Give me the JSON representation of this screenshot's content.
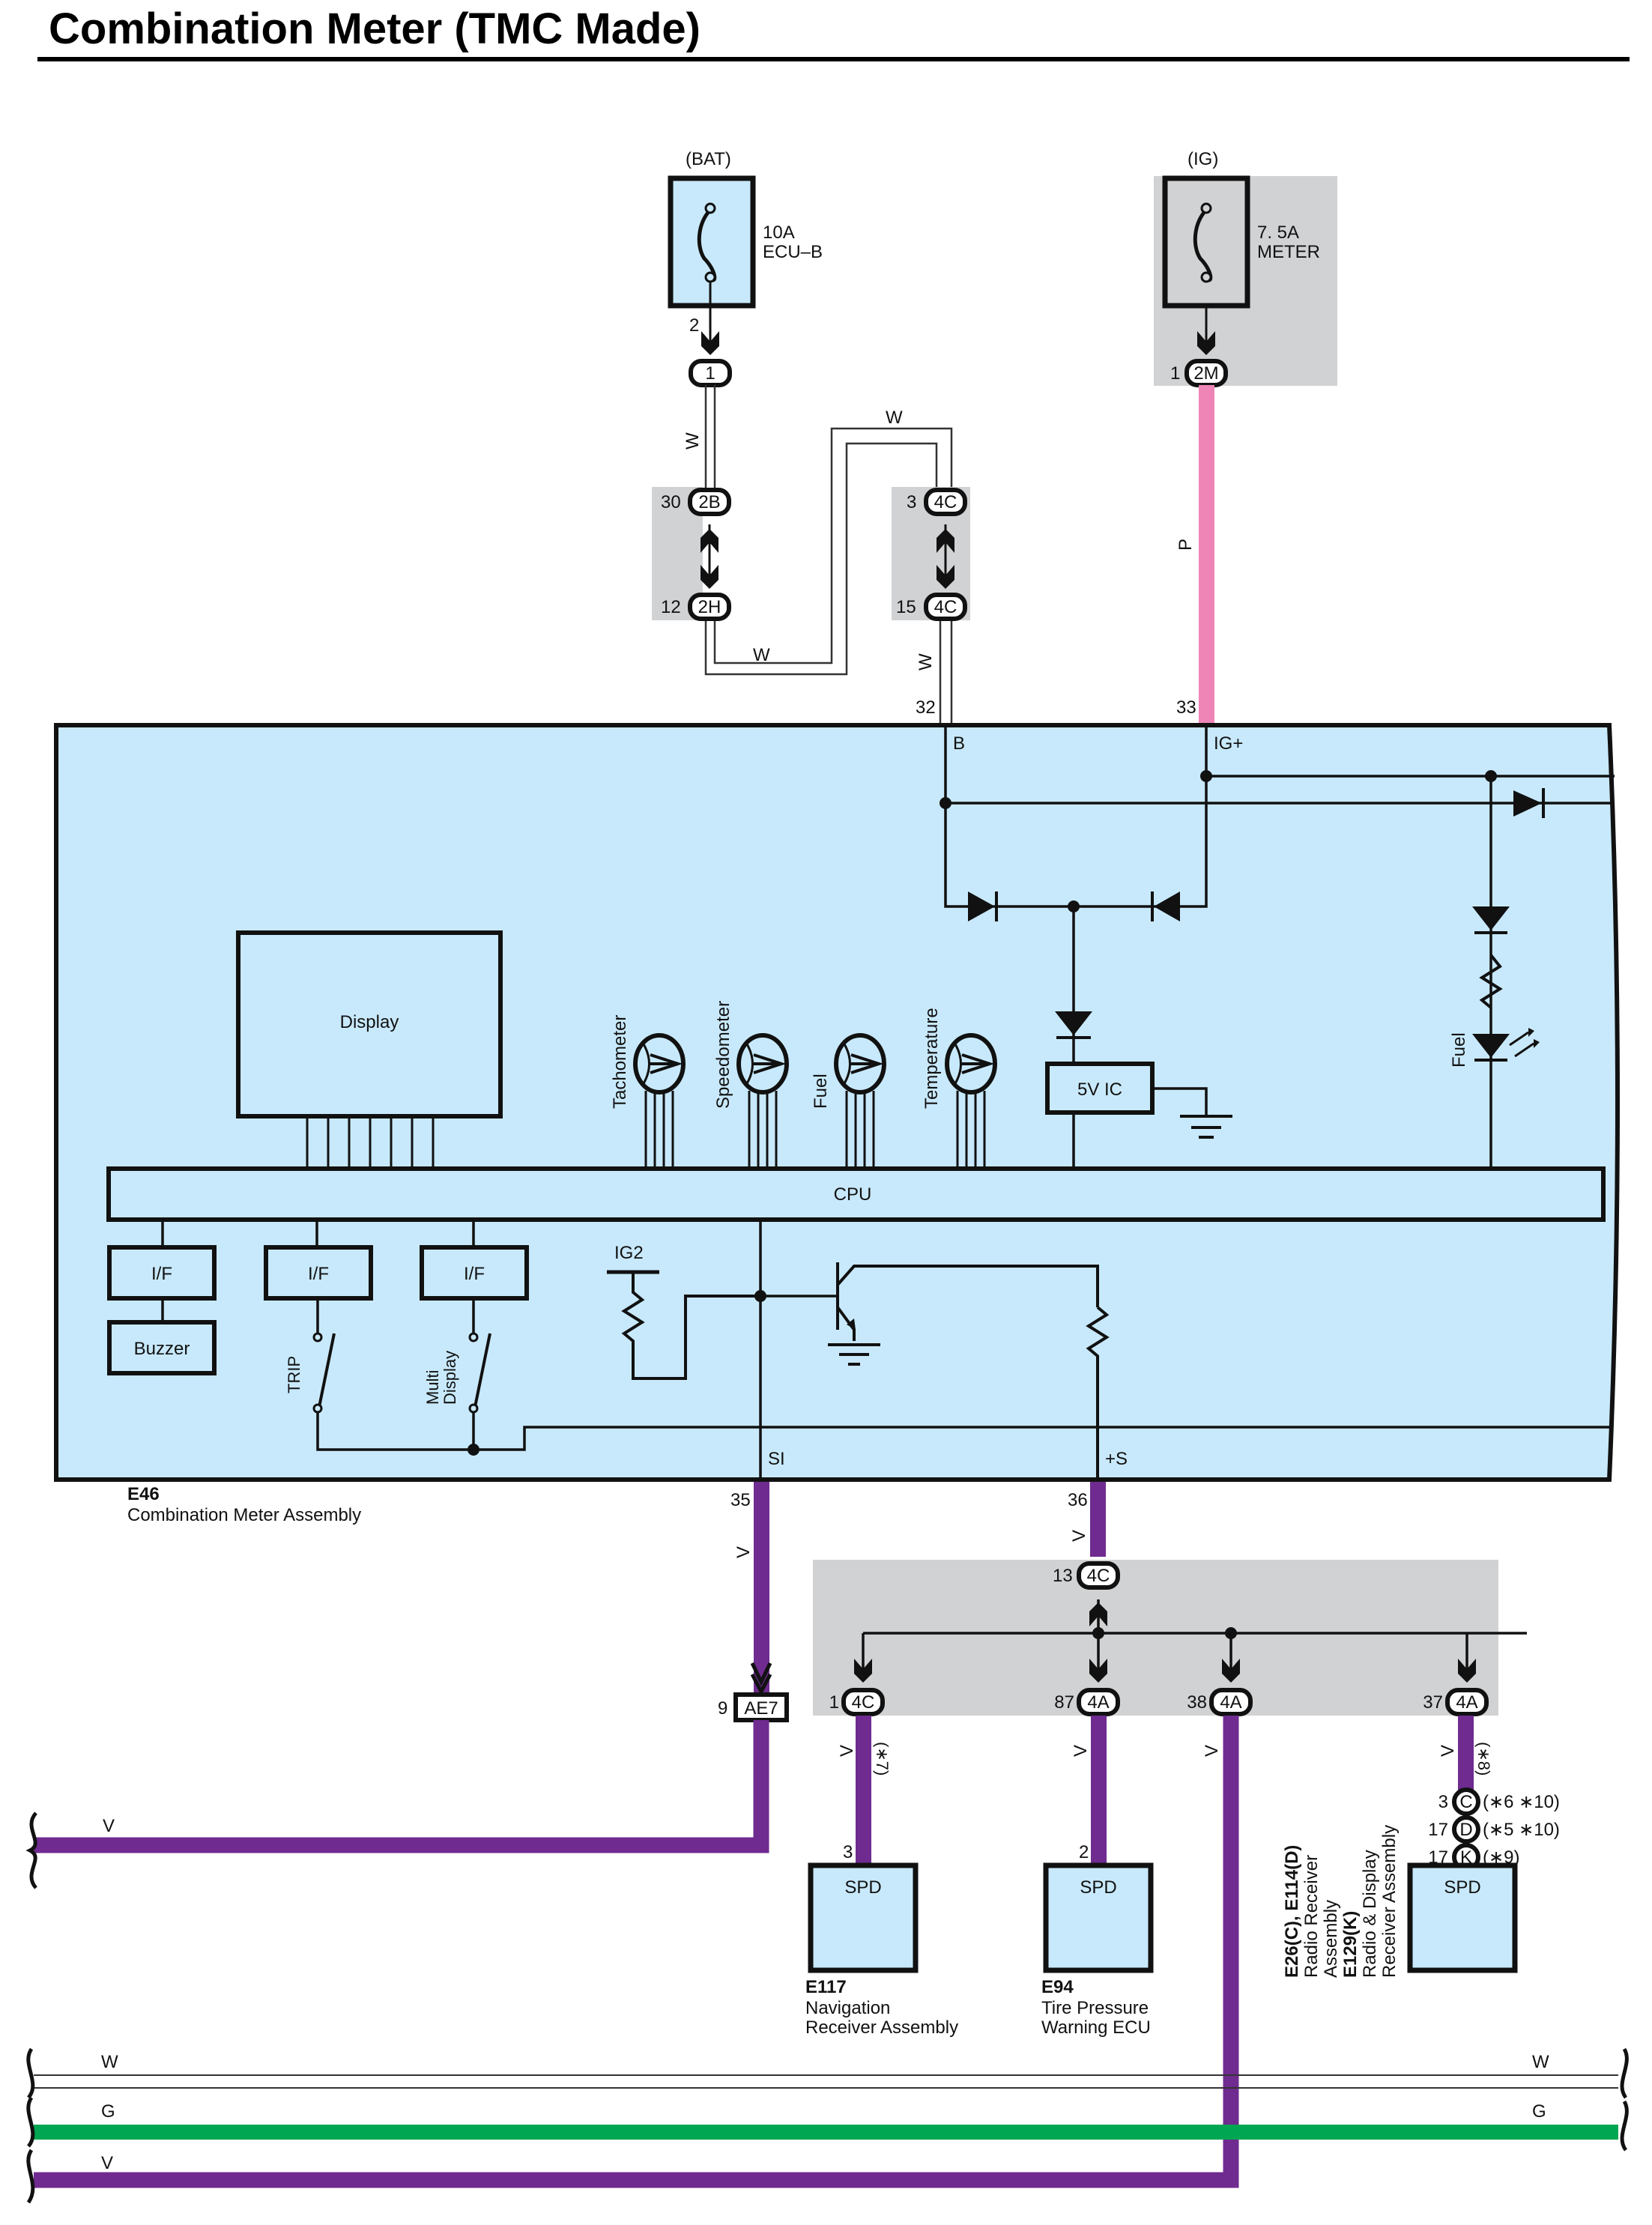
{
  "title": "Combination Meter (TMC Made)",
  "colors": {
    "meter_fill": "#c8e9fb",
    "splice_gray": "#d1d2d4",
    "wire_pink": "#ef85b6",
    "wire_violet": "#6f2b8f",
    "wire_green": "#00a651",
    "wire_white": "#ffffff"
  },
  "fuses": [
    {
      "source": "(BAT)",
      "rating": "10A",
      "name": "ECU–B",
      "pin": "2",
      "connector": "1"
    },
    {
      "source": "(IG)",
      "rating": "7. 5A",
      "name": "METER",
      "pin": "1",
      "connector": "2M"
    }
  ],
  "wire_codes": {
    "white": "W",
    "pink": "P",
    "violet": "V",
    "green": "G"
  },
  "junctions_upper": [
    {
      "pin": "30",
      "connector": "2B"
    },
    {
      "pin": "12",
      "connector": "2H"
    },
    {
      "pin": "3",
      "connector": "4C"
    },
    {
      "pin": "15",
      "connector": "4C"
    }
  ],
  "meter": {
    "code": "E46",
    "name": "Combination Meter Assembly",
    "pins": [
      {
        "number": "32",
        "label": "B"
      },
      {
        "number": "33",
        "label": "IG+"
      },
      {
        "number": "35",
        "label": "SI"
      },
      {
        "number": "36",
        "label": "+S"
      }
    ],
    "blocks": {
      "display": "Display",
      "cpu": "CPU",
      "ic": "5V IC",
      "interface": "I/F",
      "buzzer": "Buzzer",
      "ig2": "IG2"
    },
    "gauges": [
      "Tachometer",
      "Speedometer",
      "Fuel",
      "Temperature"
    ],
    "switches": [
      "TRIP",
      "Multi",
      "Display"
    ],
    "indicator": "Fuel"
  },
  "junctions_lower": {
    "source": {
      "pin": "13",
      "connector": "4C"
    },
    "branches": [
      {
        "pin": "1",
        "connector": "4C",
        "note": "(∗7)"
      },
      {
        "pin": "87",
        "connector": "4A",
        "note": ""
      },
      {
        "pin": "38",
        "connector": "4A",
        "note": ""
      },
      {
        "pin": "37",
        "connector": "4A",
        "note": "(∗8)"
      }
    ]
  },
  "inline_connector": {
    "pin": "9",
    "connector": "AE7"
  },
  "radio_connectors": [
    {
      "pin": "3",
      "connector": "C",
      "note": "(∗6 ∗10)"
    },
    {
      "pin": "17",
      "connector": "D",
      "note": "(∗5 ∗10)"
    },
    {
      "pin": "17",
      "connector": "K",
      "note": "(∗9)"
    }
  ],
  "components": [
    {
      "code": "E117",
      "name_line1": "Navigation",
      "name_line2": "Receiver Assembly",
      "terminal": "SPD",
      "pin": "3"
    },
    {
      "code": "E94",
      "name_line1": "Tire Pressure",
      "name_line2": "Warning ECU",
      "terminal": "SPD",
      "pin": "2"
    },
    {
      "code_line1": "E26(C), E114(D)",
      "name_line1": "Radio Receiver",
      "name_line2": "Assembly",
      "code_line2": "E129(K)",
      "name_line3": "Radio & Display",
      "name_line4": "Receiver Assembly",
      "terminal": "SPD"
    }
  ],
  "bus_wires": {
    "left_v": "V",
    "w_left": "W",
    "w_right": "W",
    "g_left": "G",
    "g_right": "G",
    "v_bottom": "V"
  }
}
